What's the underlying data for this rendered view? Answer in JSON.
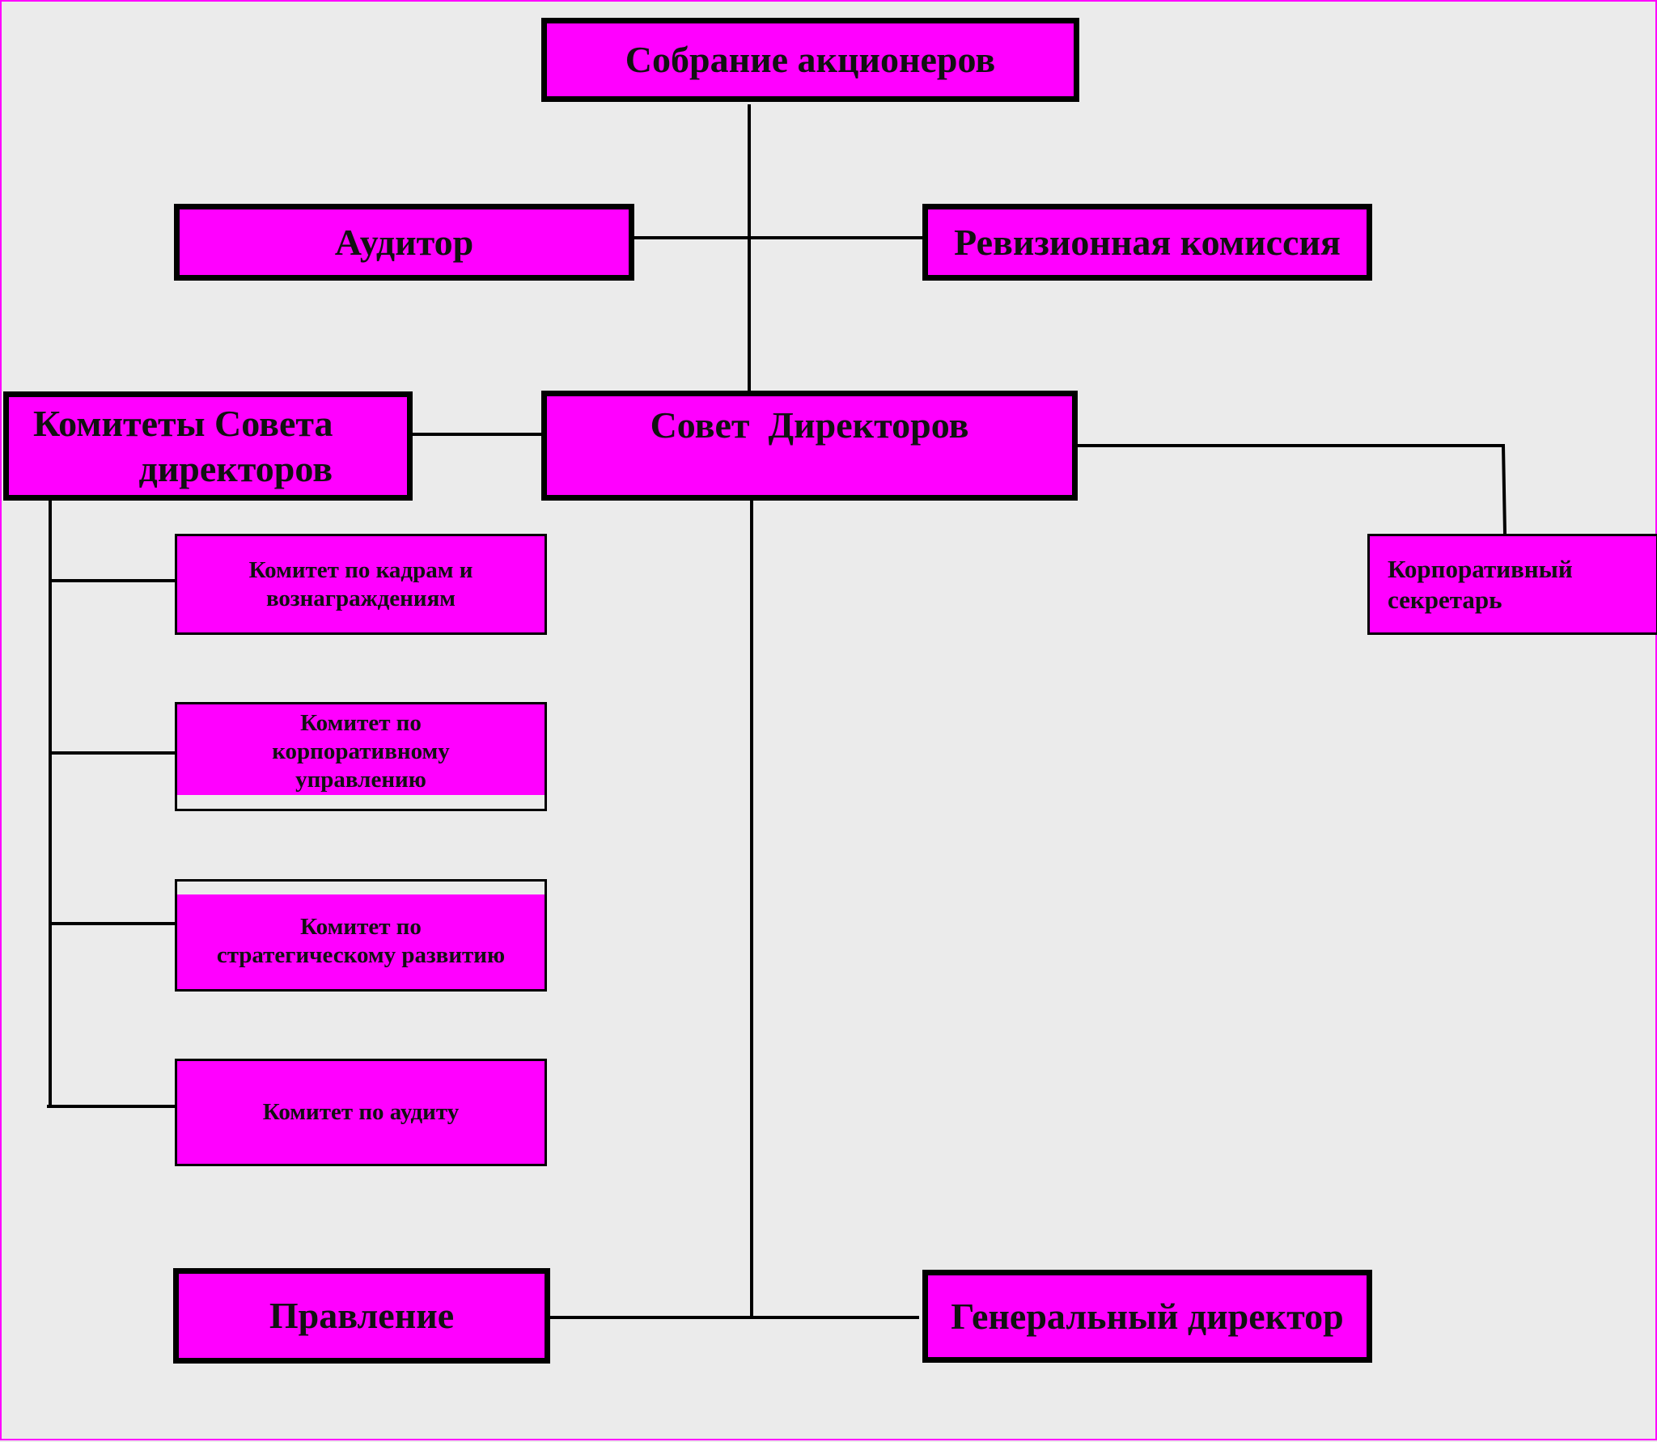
{
  "diagram": {
    "colors": {
      "box_fill": "#ff00ff",
      "line": "#000000",
      "background": "#ebebeb"
    },
    "nodes": {
      "shareholders": "Собрание акционеров",
      "auditor": "Аудитор",
      "audit_commission": "Ревизионная комиссия",
      "board_committees": [
        "Комитеты Совета",
        "директоров"
      ],
      "board": "Совет  Директоров",
      "secretary": [
        "Корпоративный",
        "секретарь"
      ],
      "committee_hr": [
        "Комитет по кадрам и",
        "вознаграждениям"
      ],
      "committee_governance": [
        "Комитет по",
        "корпоративному",
        "управлению"
      ],
      "committee_strategy": [
        "Комитет по",
        "стратегическому развитию"
      ],
      "committee_audit": "Комитет по аудиту",
      "management_board": "Правление",
      "ceo": "Генеральный директор"
    },
    "edges": [
      [
        "shareholders",
        "board"
      ],
      [
        "auditor",
        "audit_commission"
      ],
      [
        "board_committees",
        "board"
      ],
      [
        "board",
        "secretary"
      ],
      [
        "board_committees",
        "committee_hr"
      ],
      [
        "board_committees",
        "committee_governance"
      ],
      [
        "board_committees",
        "committee_strategy"
      ],
      [
        "board_committees",
        "committee_audit"
      ],
      [
        "board",
        "management_board"
      ],
      [
        "board",
        "ceo"
      ]
    ]
  }
}
